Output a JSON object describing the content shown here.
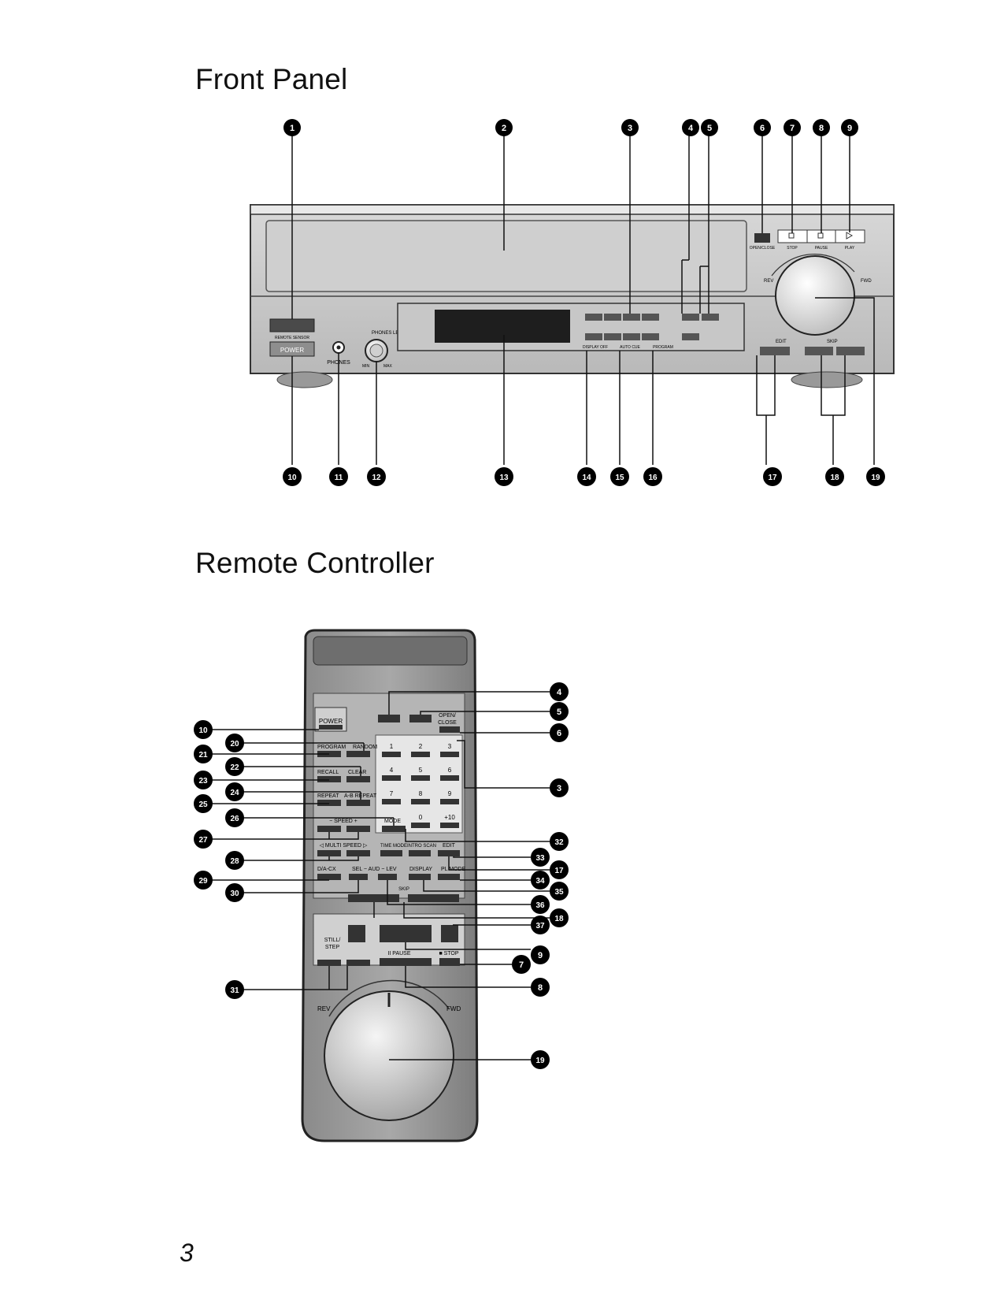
{
  "page": {
    "front_panel_title": "Front Panel",
    "remote_title": "Remote Controller",
    "page_number": "3"
  },
  "front_panel": {
    "callouts_top": [
      "1",
      "2",
      "3",
      "4",
      "5",
      "6",
      "7",
      "8",
      "9"
    ],
    "callouts_bottom": [
      "10",
      "11",
      "12",
      "13",
      "14",
      "15",
      "16",
      "17",
      "18",
      "19"
    ],
    "labels": {
      "remote_sensor": "REMOTE SENSOR",
      "power": "POWER",
      "phones": "PHONES",
      "phones_level": "PHONES LEVEL",
      "min": "MIN",
      "max": "MAX",
      "open_close": "OPEN/CLOSE",
      "stop": "STOP",
      "pause": "PAUSE",
      "play": "PLAY",
      "rev": "REV",
      "fwd": "FWD",
      "edit": "EDIT",
      "skip": "SKIP",
      "display_off": "DISPLAY OFF",
      "auto_cue": "AUTO CUE",
      "program": "PROGRAM"
    }
  },
  "remote": {
    "callouts_left": [
      "10",
      "20",
      "21",
      "22",
      "23",
      "24",
      "25",
      "26",
      "27",
      "28",
      "29",
      "30",
      "31"
    ],
    "callouts_right": [
      "4",
      "5",
      "6",
      "3",
      "32",
      "33",
      "17",
      "34",
      "35",
      "36",
      "18",
      "37",
      "9",
      "7",
      "8",
      "19"
    ],
    "labels": {
      "power": "POWER",
      "open_close_1": "OPEN/",
      "open_close_2": "CLOSE",
      "program": "PROGRAM",
      "random": "RANDOM",
      "recall": "RECALL",
      "clear": "CLEAR",
      "repeat": "REPEAT",
      "ab_repeat": "A-B REPEAT",
      "speed": "− SPEED +",
      "multi_speed": "◁ MULTI SPEED ▷",
      "dnr": "D/A-CX",
      "sel_aud_lev": "SEL − AUD − LEV",
      "mode": "MODE",
      "time_mode": "TIME MODE",
      "intro_scan": "INTRO SCAN",
      "edit": "EDIT",
      "display": "DISPLAY",
      "play_mode": "PL MODE",
      "skip": "SKIP",
      "still_step_1": "STILL/",
      "still_step_2": "STEP",
      "pause": "II PAUSE",
      "stop": "■ STOP",
      "rev": "REV",
      "fwd": "FWD",
      "keys": [
        "1",
        "2",
        "3",
        "4",
        "5",
        "6",
        "7",
        "8",
        "9",
        "",
        "0",
        "+10"
      ]
    }
  }
}
